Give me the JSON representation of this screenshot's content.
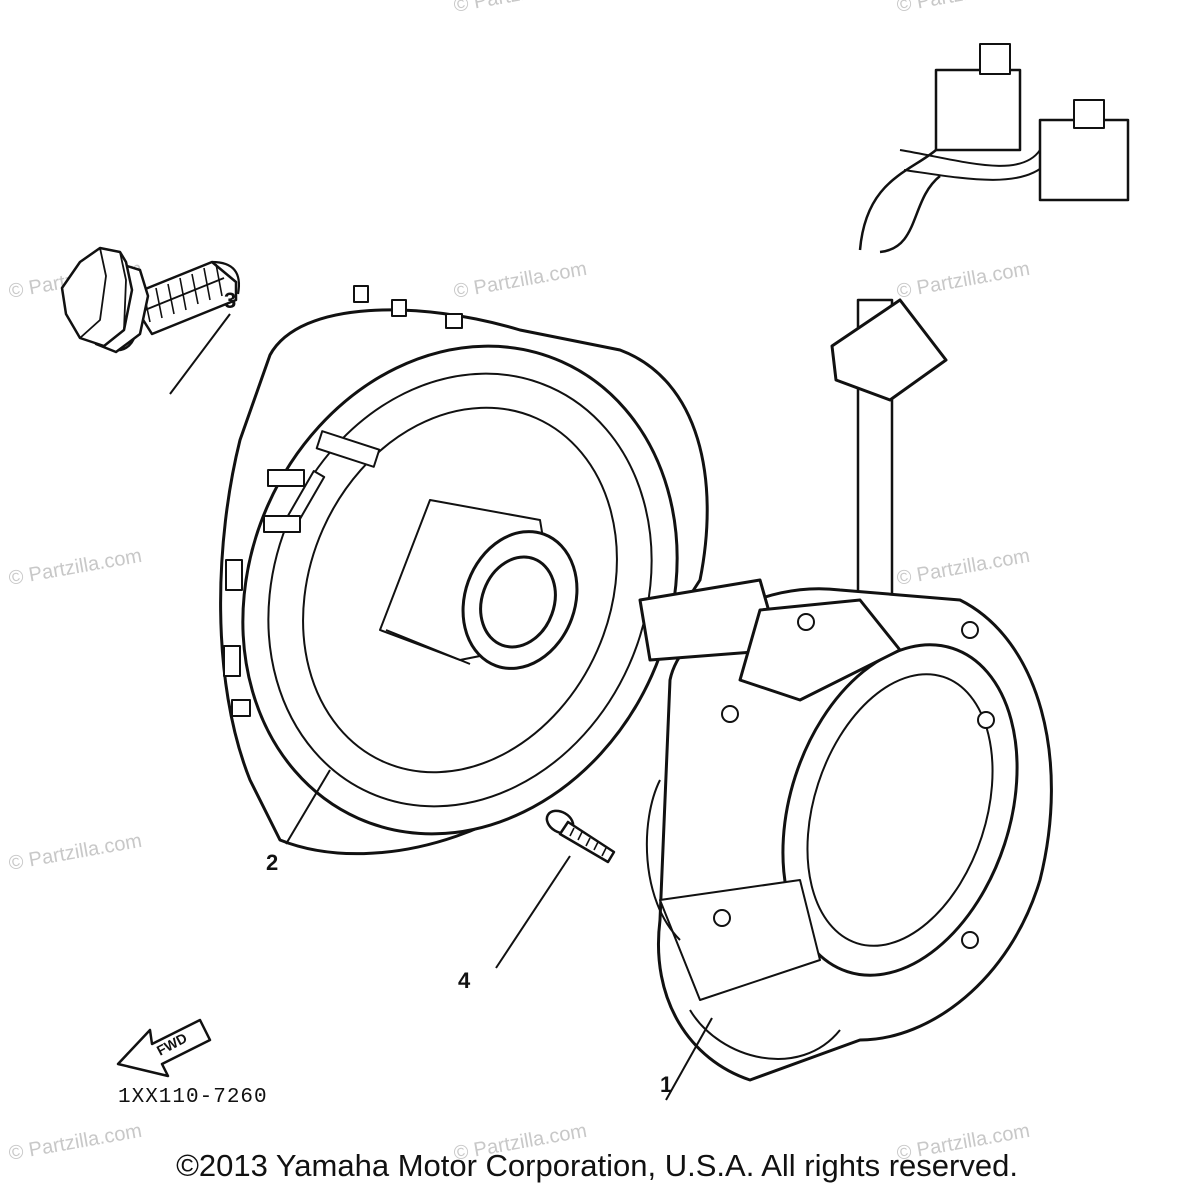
{
  "callouts": {
    "part1": "1",
    "part2": "2",
    "part3": "3",
    "part4": "4"
  },
  "direction_marker": "FWD",
  "diagram_code": "1XX110-7260",
  "copyright": "©2013  Yamaha Motor Corporation, U.S.A. All rights reserved.",
  "watermark": "© Partzilla.com",
  "colors": {
    "line": "#111111",
    "watermark": "#c8c8c8",
    "background": "#ffffff"
  }
}
